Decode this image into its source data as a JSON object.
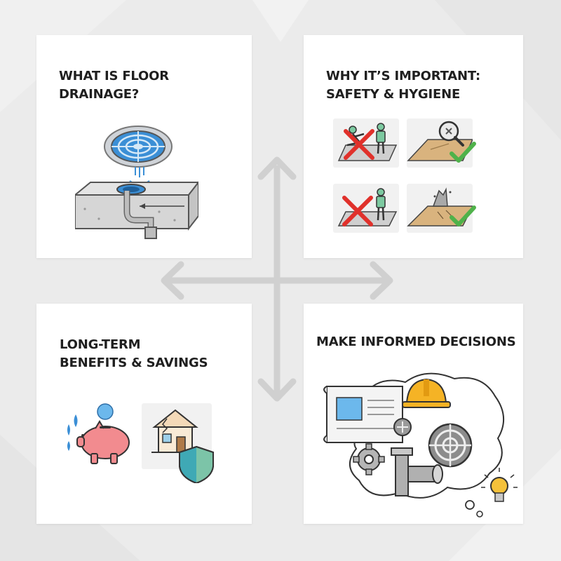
{
  "panels": {
    "floor_drainage": {
      "title_line1": "WHAT IS FLOOR",
      "title_line2": "DRAINAGE?"
    },
    "importance": {
      "title_line1": "WHY IT’S IMPORTANT:",
      "title_line2": "SAFETY & HYGIENE"
    },
    "benefits": {
      "title_line1": "LONG-TERM",
      "title_line2": "BENEFITS & SAVINGS"
    },
    "decisions": {
      "title_line1": "MAKE INFORMED DECISIONS"
    }
  },
  "colors": {
    "background": "#ebebeb",
    "panel": "#ffffff",
    "arrow": "#d0d0d0",
    "title_text": "#1f1f1f",
    "drain_blue": "#3b8fd6",
    "cross_red": "#e0312b",
    "check_green": "#4fb24a",
    "piggy_pink": "#f28b8f",
    "hard_hat_yellow": "#f5b325",
    "shield_teal": "#3fa9b5"
  },
  "icons": [
    "floor-drain-grate-icon",
    "concrete-slab-drain-pipe-icon",
    "slip-fall-hazard-icon",
    "inspection-magnifier-icon",
    "wet-floor-hazard-icon",
    "damp-floor-crack-icon",
    "cross-mark-icon",
    "check-mark-icon",
    "water-drops-icon",
    "piggy-bank-coin-icon",
    "house-protection-shield-icon",
    "blueprint-icon",
    "hard-hat-icon",
    "gear-icon",
    "drain-grate-icon",
    "pipe-fitting-icon",
    "light-bulb-icon",
    "thought-cloud-icon",
    "four-way-arrows-icon"
  ]
}
